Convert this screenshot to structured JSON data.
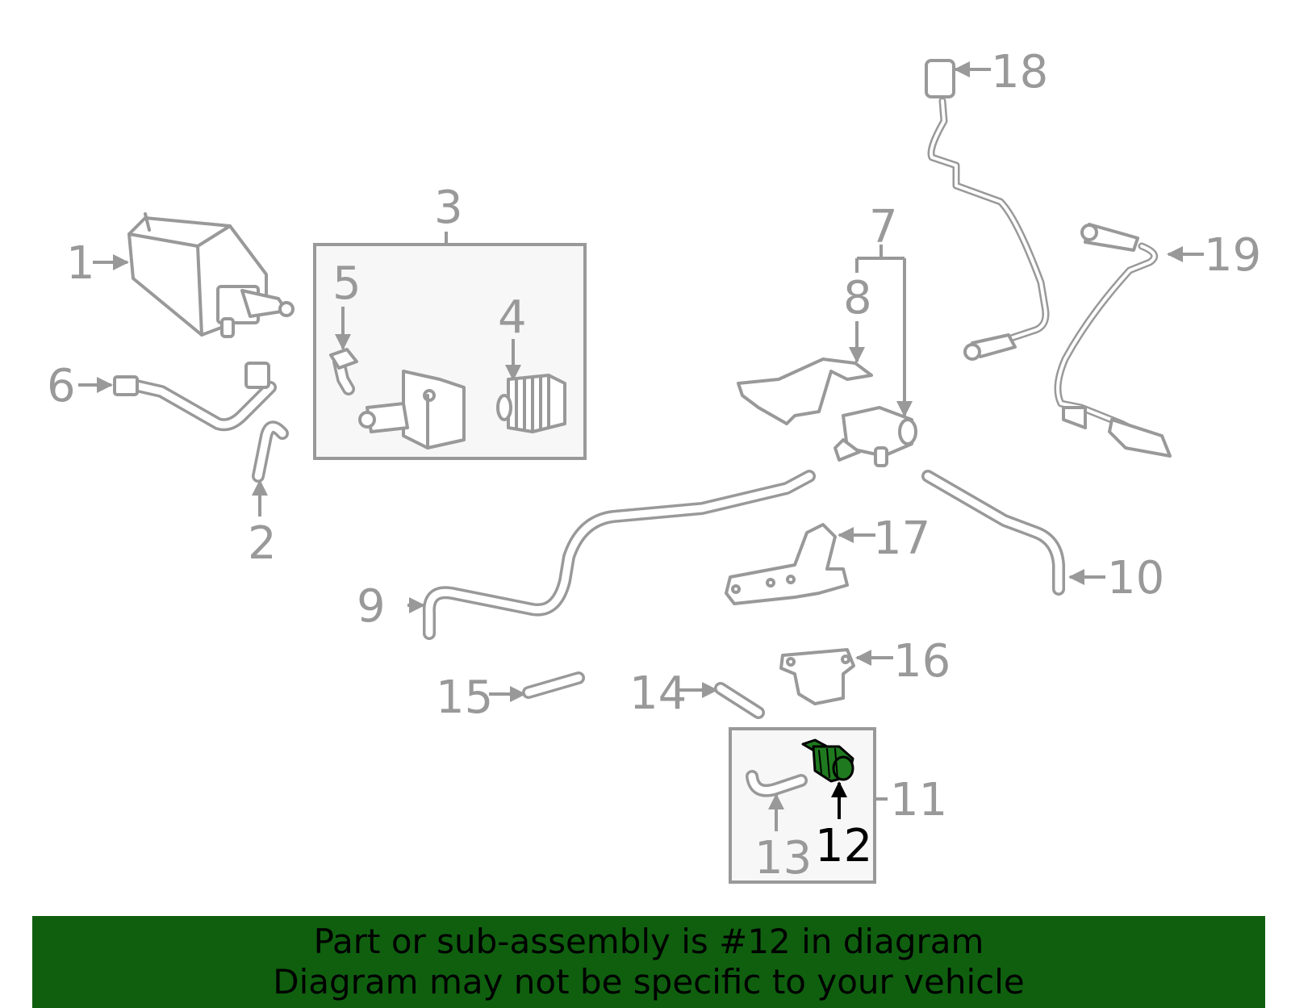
{
  "colors": {
    "banner_bg": "#0f5f0f",
    "highlight_part": "#1f7a1f",
    "part_stroke": "#999999",
    "highlight_label": "#000000"
  },
  "labels": {
    "p1": "1",
    "p2": "2",
    "p3": "3",
    "p4": "4",
    "p5": "5",
    "p6": "6",
    "p7": "7",
    "p8": "8",
    "p9": "9",
    "p10": "10",
    "p11": "11",
    "p12": "12",
    "p13": "13",
    "p14": "14",
    "p15": "15",
    "p16": "16",
    "p17": "17",
    "p18": "18",
    "p19": "19"
  },
  "highlighted_part": "12",
  "banner": {
    "line1": "Part or sub-assembly is #12 in diagram",
    "line2": "Diagram may not be specific to your vehicle"
  }
}
